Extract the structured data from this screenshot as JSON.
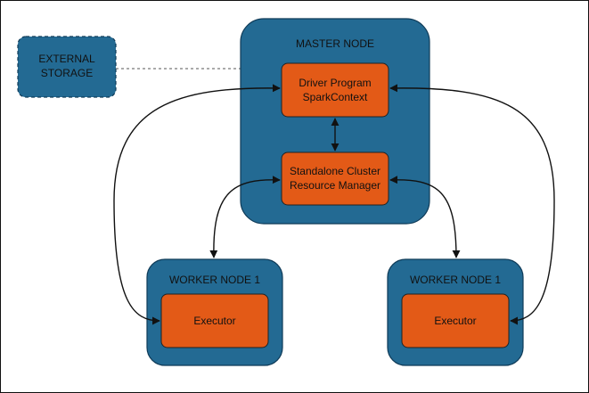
{
  "colors": {
    "node_fill": "#236a93",
    "node_stroke": "#0f3b58",
    "box_fill": "#e35a17",
    "box_stroke": "#222222",
    "edge": "#111111",
    "frame": "#111111"
  },
  "nodes": {
    "master": {
      "label": "MASTER NODE"
    },
    "worker_left": {
      "label": "WORKER NODE 1"
    },
    "worker_right": {
      "label": "WORKER NODE 1"
    },
    "external": {
      "line1": "EXTERNAL",
      "line2": "STORAGE"
    }
  },
  "boxes": {
    "driver": {
      "line1": "Driver Program",
      "line2": "SparkContext"
    },
    "cluster": {
      "line1": "Standalone Cluster",
      "line2": "Resource Manager"
    },
    "executor_left": {
      "label": "Executor"
    },
    "executor_right": {
      "label": "Executor"
    }
  }
}
